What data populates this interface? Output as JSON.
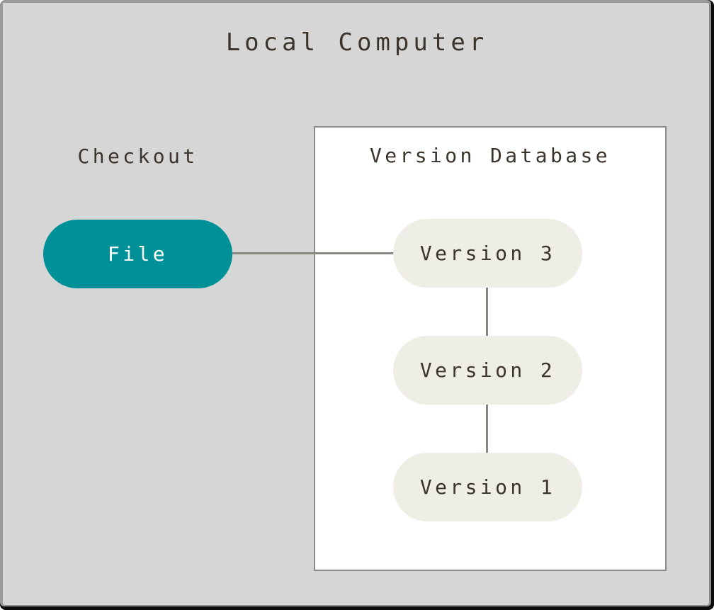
{
  "title": "Local Computer",
  "checkout": {
    "label": "Checkout",
    "node": "File"
  },
  "database": {
    "title": "Version Database",
    "nodes": [
      "Version 3",
      "Version 2",
      "Version 1"
    ]
  },
  "colors": {
    "background": "#d6d6d6",
    "frame_border": "#9a9a9a",
    "frame_outline": "#0b0b0b",
    "box_background": "#ffffff",
    "box_border": "#8b8b8b",
    "connector": "#8a8680",
    "file_fill": "#009198",
    "file_text": "#ffffff",
    "version_fill": "#eeede6",
    "text": "#3b342c"
  }
}
